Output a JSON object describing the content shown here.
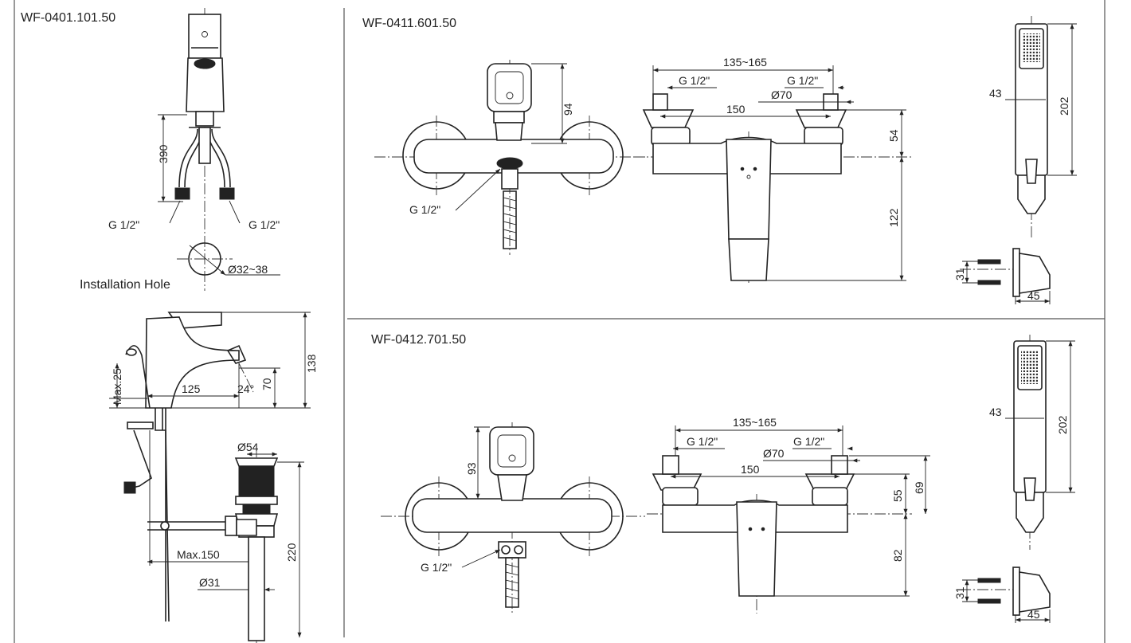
{
  "sections": {
    "basin": {
      "model": "WF-0401.101.50",
      "installation_hole_label": "Installation Hole",
      "dims": {
        "height_390": "390",
        "conn_left": "G 1/2\"",
        "conn_right": "G 1/2\"",
        "hole_dia": "Ø32~38",
        "height_138": "138",
        "max_25": "Max.25",
        "reach_125": "125",
        "angle_24": "24°",
        "spout_70": "70",
        "drain_dia_54": "Ø54",
        "drain_220": "220",
        "max_150": "Max.150",
        "pipe_dia_31": "Ø31"
      }
    },
    "bath_top": {
      "model": "WF-0411.601.50",
      "dims": {
        "front_94": "94",
        "front_conn": "G 1/2\"",
        "range": "135~165",
        "conn_left": "G 1/2\"",
        "conn_right": "G 1/2\"",
        "flange_dia": "Ø70",
        "center_150": "150",
        "depth_54": "54",
        "depth_122": "122",
        "hand_43": "43",
        "hand_202": "202",
        "holder_31": "31",
        "holder_45": "45"
      }
    },
    "bath_bottom": {
      "model": "WF-0412.701.50",
      "dims": {
        "front_93": "93",
        "front_conn": "G 1/2\"",
        "range": "135~165",
        "conn_left": "G 1/2\"",
        "conn_right": "G 1/2\"",
        "flange_dia": "Ø70",
        "center_150": "150",
        "depth_55": "55",
        "depth_69": "69",
        "depth_82": "82",
        "hand_43": "43",
        "hand_202": "202",
        "holder_31": "31",
        "holder_45": "45"
      }
    }
  }
}
